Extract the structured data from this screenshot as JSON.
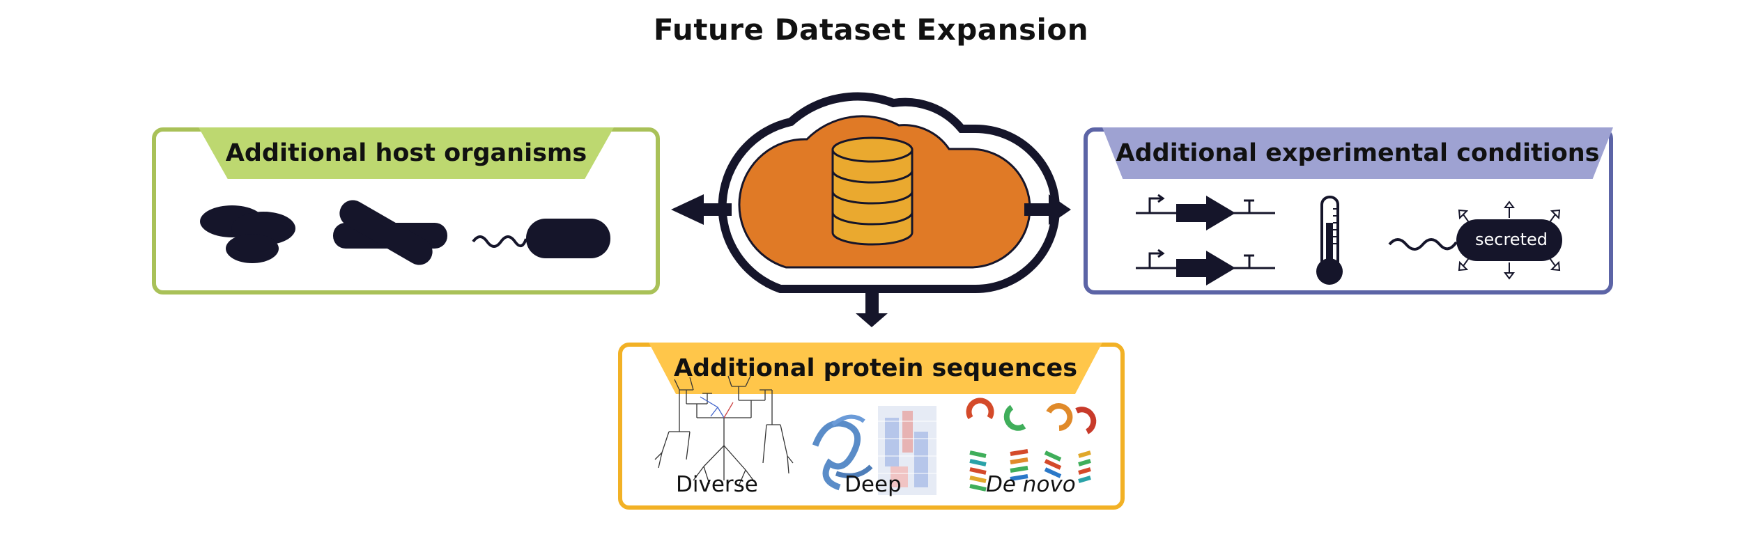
{
  "title": "Future Dataset Expansion",
  "panels": {
    "host": {
      "label": "Additional host organisms",
      "border_color": "#a9c158",
      "tab_color": "#bdd870"
    },
    "conditions": {
      "label": "Additional experimental conditions",
      "border_color": "#5c64a6",
      "tab_color": "#9ea2d2",
      "secreted_label": "secreted"
    },
    "sequences": {
      "label": "Additional protein sequences",
      "border_color": "#f2b125",
      "tab_color": "#ffc64a",
      "items": [
        {
          "label": "Diverse"
        },
        {
          "label": "Deep"
        },
        {
          "label": "De novo"
        }
      ]
    }
  },
  "cloud": {
    "fill": "#e07a26",
    "database_fill": "#eaa92f",
    "outline": "#15152a"
  },
  "icons": {
    "host": [
      "yeast-icon",
      "fungus-icon",
      "bacterium-icon"
    ],
    "conditions": [
      "gene-construct-icon",
      "thermometer-icon",
      "secreted-bacterium-icon"
    ],
    "sequences": [
      "phylogenetic-tree-image",
      "protein-heatmap-image",
      "de-novo-proteins-image"
    ]
  }
}
